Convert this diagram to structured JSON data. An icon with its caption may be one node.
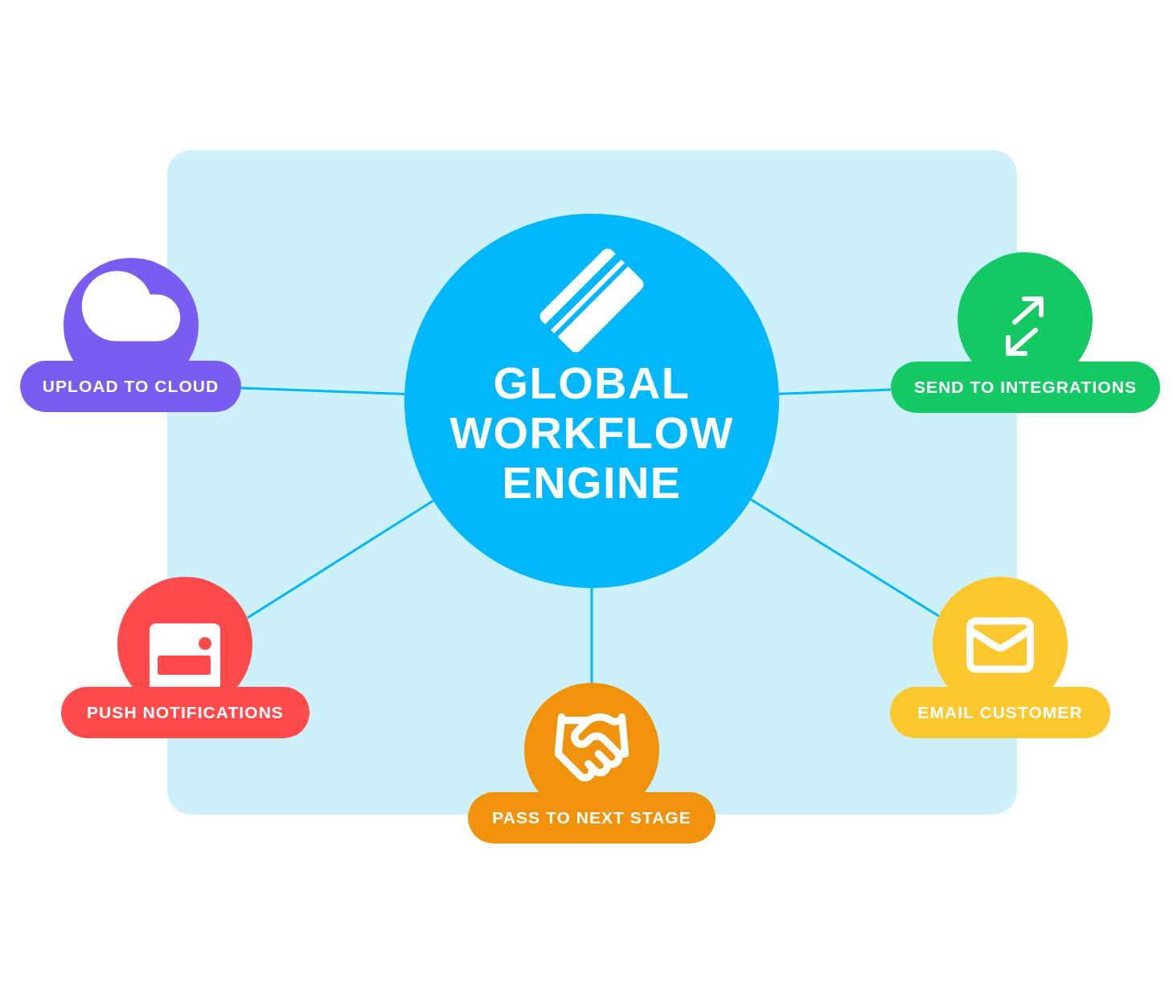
{
  "diagram": {
    "nodes": [
      {
        "text": [
          "GLOBAL WORKFLOW ENGINE"
        ]
      },
      {
        "text": [
          "UPLOAD TO CLOUD"
        ]
      },
      {
        "text": [
          "SEND TO INTEGRATIONS"
        ]
      },
      {
        "text": [
          "PUSH NOTIFICATIONS"
        ]
      },
      {
        "text": [
          "PASS TO NEXT STAGE"
        ]
      },
      {
        "text": [
          "EMAIL CUSTOMER"
        ]
      }
    ],
    "edges": [
      {
        "from": 0,
        "to": 1,
        "arrow": "none"
      },
      {
        "from": 0,
        "to": 2,
        "arrow": "none"
      },
      {
        "from": 0,
        "to": 3,
        "arrow": "none"
      },
      {
        "from": 0,
        "to": 4,
        "arrow": "none"
      },
      {
        "from": 0,
        "to": 5,
        "arrow": "none"
      }
    ]
  }
}
